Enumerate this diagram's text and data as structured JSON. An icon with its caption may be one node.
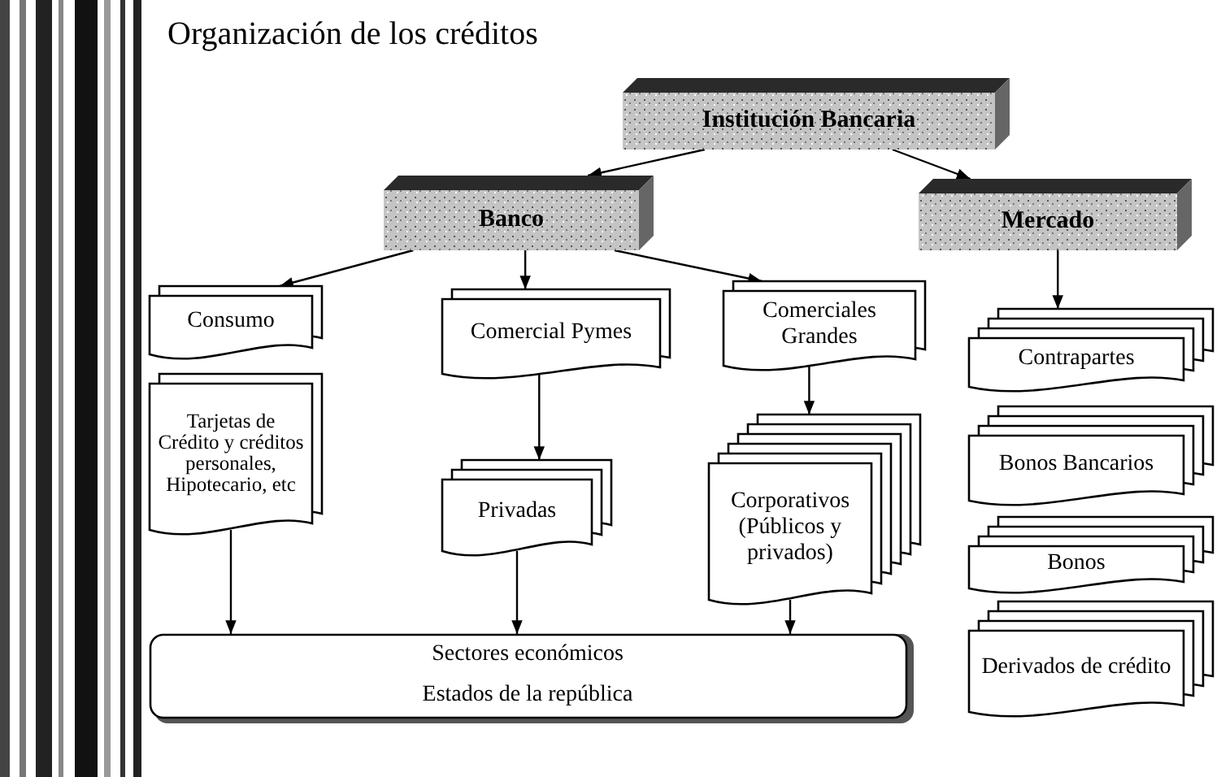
{
  "diagram": {
    "title": "Organización de los créditos",
    "nodes": [
      {
        "text": [
          "Institución Bancaria"
        ]
      },
      {
        "text": [
          "Banco"
        ]
      },
      {
        "text": [
          "Mercado"
        ]
      },
      {
        "text": [
          "Consumo"
        ]
      },
      {
        "text": [
          "Comercial Pymes"
        ]
      },
      {
        "text": [
          "Comerciales Grandes"
        ]
      },
      {
        "text": [
          "Tarjetas de Crédito y créditos personales, Hipotecario, etc"
        ]
      },
      {
        "text": [
          "Privadas"
        ]
      },
      {
        "text": [
          "Corporativos (Públicos y privados)"
        ]
      },
      {
        "text": [
          "Sectores económicos",
          "Estados de la república"
        ]
      },
      {
        "text": [
          "Contrapartes"
        ]
      },
      {
        "text": [
          "Bonos Bancarios"
        ]
      },
      {
        "text": [
          "Bonos"
        ]
      },
      {
        "text": [
          "Derivados de crédito"
        ]
      }
    ],
    "edges": [
      {
        "from": 0,
        "to": 1,
        "arrow": "to"
      },
      {
        "from": 0,
        "to": 2,
        "arrow": "to"
      },
      {
        "from": 1,
        "to": 3,
        "arrow": "to"
      },
      {
        "from": 1,
        "to": 4,
        "arrow": "to"
      },
      {
        "from": 1,
        "to": 5,
        "arrow": "to"
      },
      {
        "from": 4,
        "to": 7,
        "arrow": "to"
      },
      {
        "from": 5,
        "to": 8,
        "arrow": "to"
      },
      {
        "from": 6,
        "to": 9,
        "arrow": "to"
      },
      {
        "from": 7,
        "to": 9,
        "arrow": "to"
      },
      {
        "from": 8,
        "to": 9,
        "arrow": "to"
      },
      {
        "from": 2,
        "to": 10,
        "arrow": "to"
      }
    ]
  }
}
